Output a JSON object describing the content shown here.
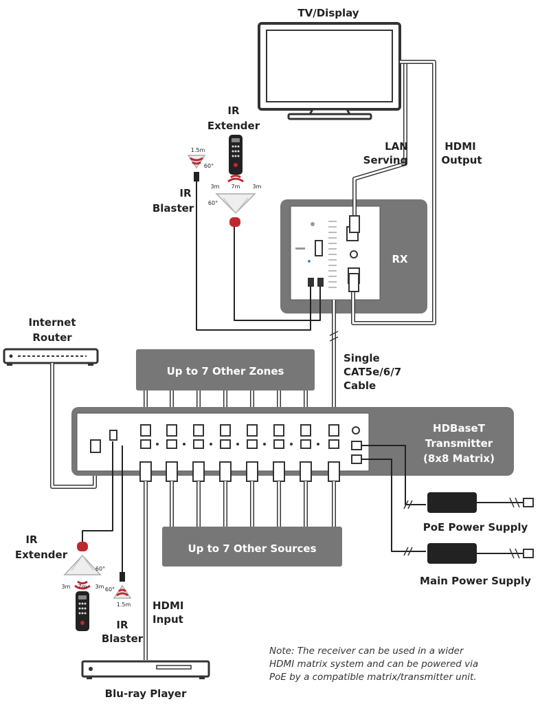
{
  "devices": {
    "tv": "TV/Display",
    "rx": "RX",
    "transmitter": [
      "HDBaseT",
      "Transmitter",
      "(8x8 Matrix)"
    ],
    "router": [
      "Internet",
      "Router"
    ],
    "bluray": "Blu-ray Player",
    "poe_supply": "PoE Power Supply",
    "main_supply": "Main Power Supply"
  },
  "connections": {
    "lan": [
      "LAN",
      "Serving"
    ],
    "hdmi_output": [
      "HDMI",
      "Output"
    ],
    "cable": [
      "Single",
      "CAT5e/6/7",
      "Cable"
    ],
    "hdmi_input": [
      "HDMI",
      "Input"
    ]
  },
  "groups": {
    "zones": "Up to 7 Other Zones",
    "sources": "Up to 7 Other Sources"
  },
  "ir": {
    "extender": [
      "IR",
      "Extender"
    ],
    "blaster": [
      "IR",
      "Blaster"
    ],
    "dist_side": "3m",
    "dist_center": "7m",
    "angle": "60°",
    "blaster_range": "1.5m"
  },
  "note": [
    "Note: The receiver can be used in a wider",
    "HDMI matrix system and can be powered via",
    "PoE by a compatible matrix/transmitter unit."
  ],
  "colors": {
    "box_gray": "#777777",
    "ir_red": "#c0282e",
    "panel_white": "#ffffff",
    "line_dark": "#333333"
  }
}
